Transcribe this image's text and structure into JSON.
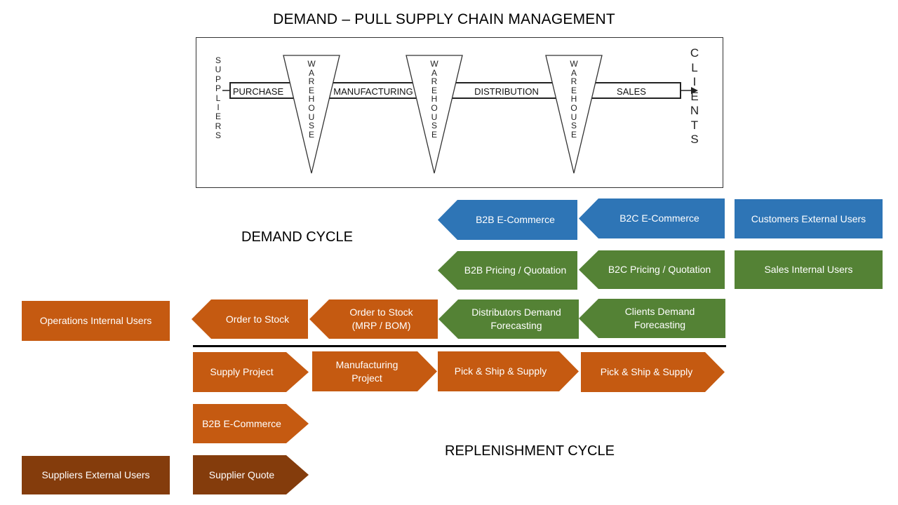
{
  "title": "DEMAND – PULL SUPPLY CHAIN MANAGEMENT",
  "colors": {
    "blue": "#2E75B6",
    "green": "#548235",
    "orange": "#C55A11",
    "brown": "#843C0C"
  },
  "process": {
    "suppliers_letters": [
      "S",
      "U",
      "P",
      "P",
      "L",
      "I",
      "E",
      "R",
      "S"
    ],
    "clients_letters": [
      "C",
      "L",
      "I",
      "E",
      "N",
      "T",
      "S"
    ],
    "warehouse_letters": [
      "W",
      "A",
      "R",
      "E",
      "H",
      "O",
      "U",
      "S",
      "E"
    ],
    "stages": [
      "PURCHASE",
      "MANUFACTURING",
      "DISTRIBUTION",
      "SALES"
    ]
  },
  "demand_cycle_label": "DEMAND CYCLE",
  "replenishment_cycle_label": "REPLENISHMENT CYCLE",
  "demand": {
    "b2b_ecommerce": "B2B E-Commerce",
    "b2c_ecommerce": "B2C E-Commerce",
    "customers_external_users": "Customers External Users",
    "b2b_pricing": "B2B Pricing / Quotation",
    "b2c_pricing": "B2C Pricing / Quotation",
    "sales_internal_users": "Sales Internal Users",
    "operations_internal_users": "Operations Internal Users",
    "order_to_stock": "Order to Stock",
    "order_to_stock_mrp_l1": "Order to Stock",
    "order_to_stock_mrp_l2": "(MRP / BOM)",
    "distributors_forecast_l1": "Distributors Demand",
    "distributors_forecast_l2": "Forecasting",
    "clients_forecast_l1": "Clients Demand",
    "clients_forecast_l2": "Forecasting"
  },
  "replenishment": {
    "supply_project": "Supply Project",
    "manufacturing_project_l1": "Manufacturing",
    "manufacturing_project_l2": "Project",
    "pick_ship_supply_1": "Pick & Ship & Supply",
    "pick_ship_supply_2": "Pick & Ship & Supply",
    "b2b_ecommerce": "B2B E-Commerce",
    "supplier_quote": "Supplier Quote",
    "suppliers_external_users": "Suppliers External Users"
  }
}
